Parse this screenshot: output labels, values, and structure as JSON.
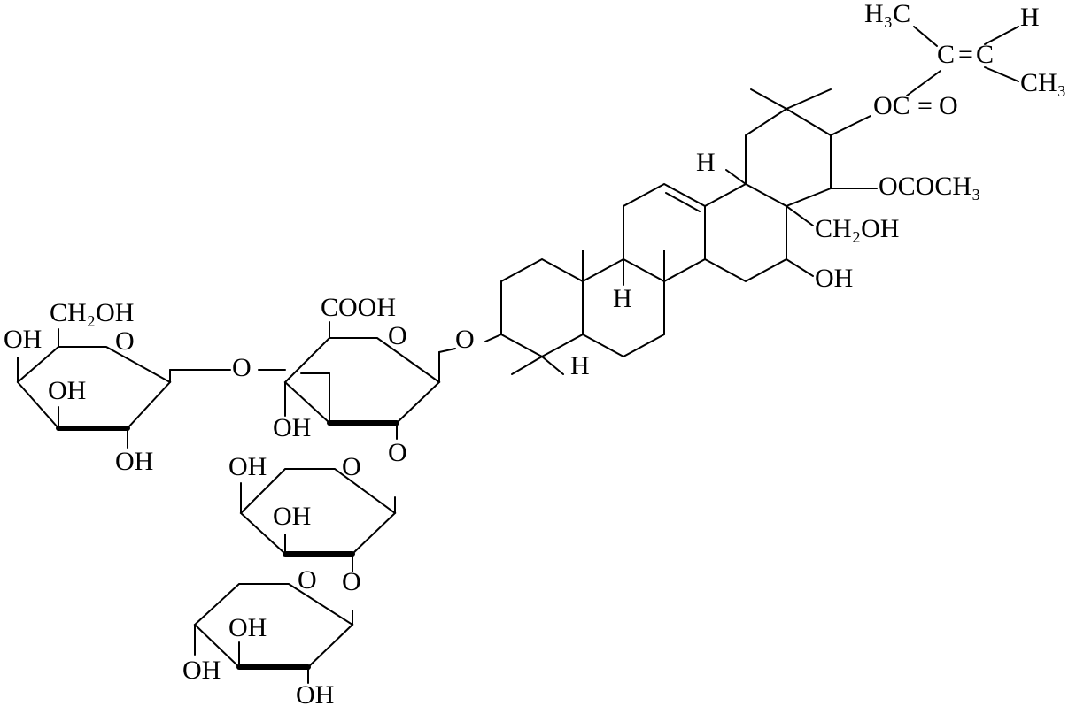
{
  "labels": {
    "tigloyl_h3c": "H₃C",
    "tigloyl_h": "H",
    "tigloyl_ch3": "CH₃",
    "tigloyl_c1": "C",
    "tigloyl_eq": "=",
    "tigloyl_c2": "C",
    "ester_oc": "OC",
    "ester_eq": "=",
    "ester_o": "O",
    "acetyl": "OCOCH₃",
    "h_upper": "H",
    "ch2oh_core": "CH₂OH",
    "oh_core": "OH",
    "h_mid": "H",
    "h_lower": "H",
    "o_link_aglycone": "O",
    "cooh": "COOH",
    "o_glcA_ring": "O",
    "o_glcA_low": "O",
    "oh_glcA": "OH",
    "o_glc_link": "O",
    "ch2oh_glc": "CH₂OH",
    "o_glc_ring": "O",
    "oh_glc_left": "OH",
    "oh_glc_mid": "OH",
    "oh_glc_bottom": "OH",
    "oh_s3_left": "OH",
    "o_s3_ring": "O",
    "oh_s3_mid": "OH",
    "o_s3_link": "O",
    "o_s4_ring": "O",
    "oh_s4_top": "OH",
    "oh_s4_left": "OH",
    "oh_s4_bottom": "OH"
  }
}
